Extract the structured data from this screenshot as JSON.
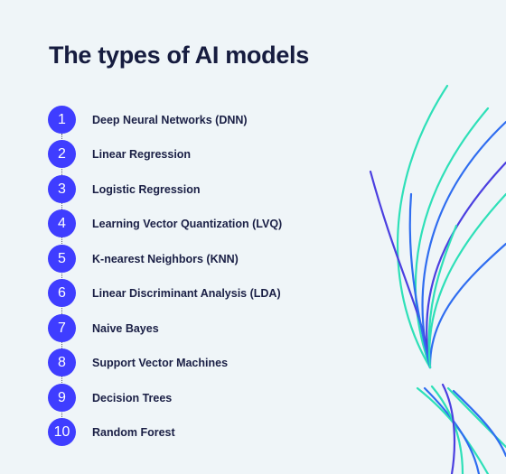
{
  "title": "The types of AI models",
  "items": [
    {
      "number": "1",
      "label": "Deep Neural Networks (DNN)"
    },
    {
      "number": "2",
      "label": "Linear Regression"
    },
    {
      "number": "3",
      "label": "Logistic Regression"
    },
    {
      "number": "4",
      "label": "Learning Vector Quantization (LVQ)"
    },
    {
      "number": "5",
      "label": "K-nearest Neighbors (KNN)"
    },
    {
      "number": "6",
      "label": "Linear Discriminant Analysis (LDA)"
    },
    {
      "number": "7",
      "label": "Naive Bayes"
    },
    {
      "number": "8",
      "label": "Support Vector Machines"
    },
    {
      "number": "9",
      "label": "Decision Trees"
    },
    {
      "number": "10",
      "label": "Random Forest"
    }
  ],
  "colors": {
    "background": "#eff5f8",
    "title": "#161c3f",
    "badge": "#3f3dff",
    "text": "#1a1f45",
    "curve_teal": "#2ee0b8",
    "curve_blue": "#2f6df0",
    "curve_indigo": "#4b3fe0"
  }
}
